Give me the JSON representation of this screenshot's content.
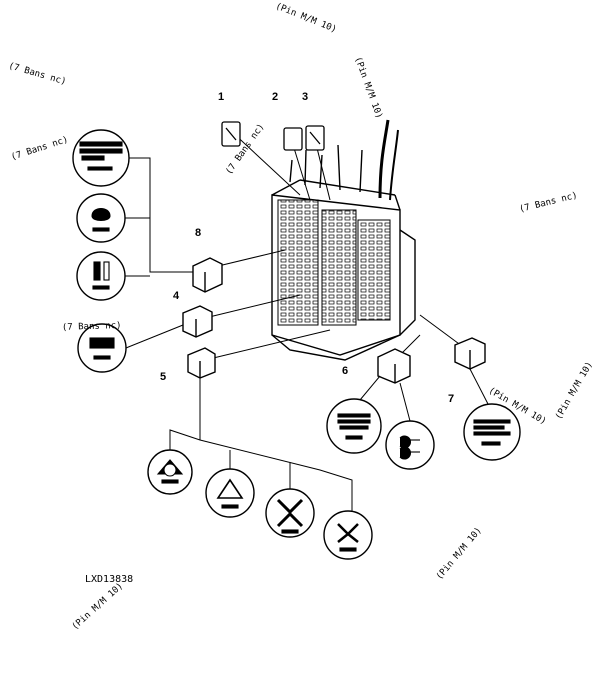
{
  "callouts": [
    "1",
    "2",
    "3",
    "4",
    "5",
    "6",
    "7",
    "8"
  ],
  "reference_number": "LXD13838",
  "rotated_labels": {
    "top_center": "(Pin M/M 10)",
    "top_left": "(7 Bans nc)",
    "left_mid": "(7 Bans nc)",
    "center_top": "(7 Bans nc)",
    "right_top": "(7 Bans nc)",
    "left_lower": "(7 Bans nc)",
    "top_right_wire": "(Pin M/M 10)",
    "right_side": "(Pin M/M 10)",
    "bottom_right": "(Pin M/M 10)",
    "bottom_left": "(Pin M/M 10)",
    "lower_right": "(Pin M/M 10)"
  }
}
